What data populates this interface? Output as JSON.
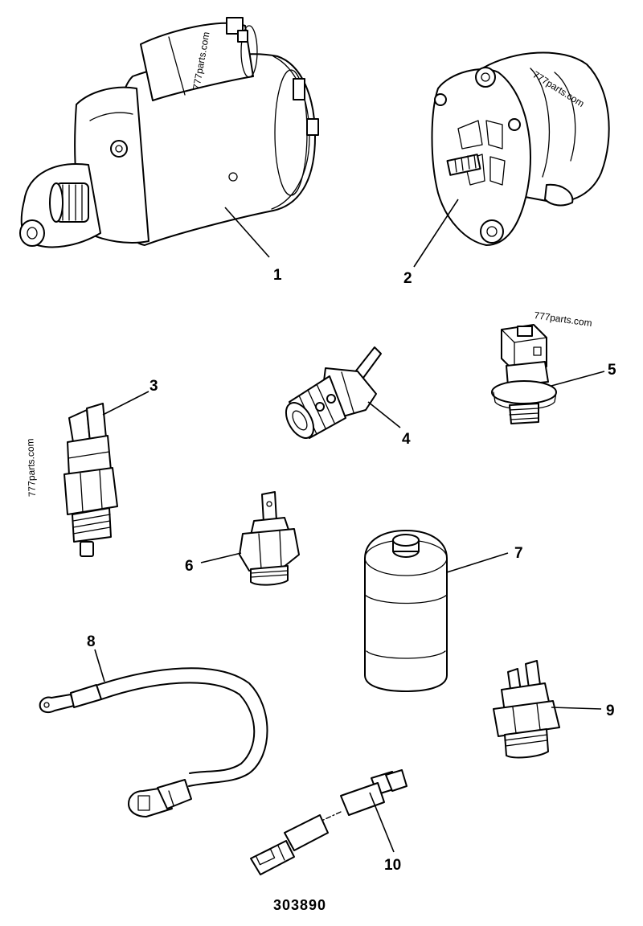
{
  "figure_number": "303890",
  "watermark": "777parts.com",
  "parts": [
    {
      "id": "starter-motor",
      "callout": "1"
    },
    {
      "id": "alternator",
      "callout": "2"
    },
    {
      "id": "switch-3",
      "callout": "3"
    },
    {
      "id": "glow-sensor-4",
      "callout": "4"
    },
    {
      "id": "pressure-switch-5",
      "callout": "5"
    },
    {
      "id": "temperature-sender-6",
      "callout": "6"
    },
    {
      "id": "solenoid-7",
      "callout": "7"
    },
    {
      "id": "harness-lead-8",
      "callout": "8"
    },
    {
      "id": "connector-10",
      "callout": "10"
    },
    {
      "id": "pressure-switch-9",
      "callout": "9"
    }
  ]
}
